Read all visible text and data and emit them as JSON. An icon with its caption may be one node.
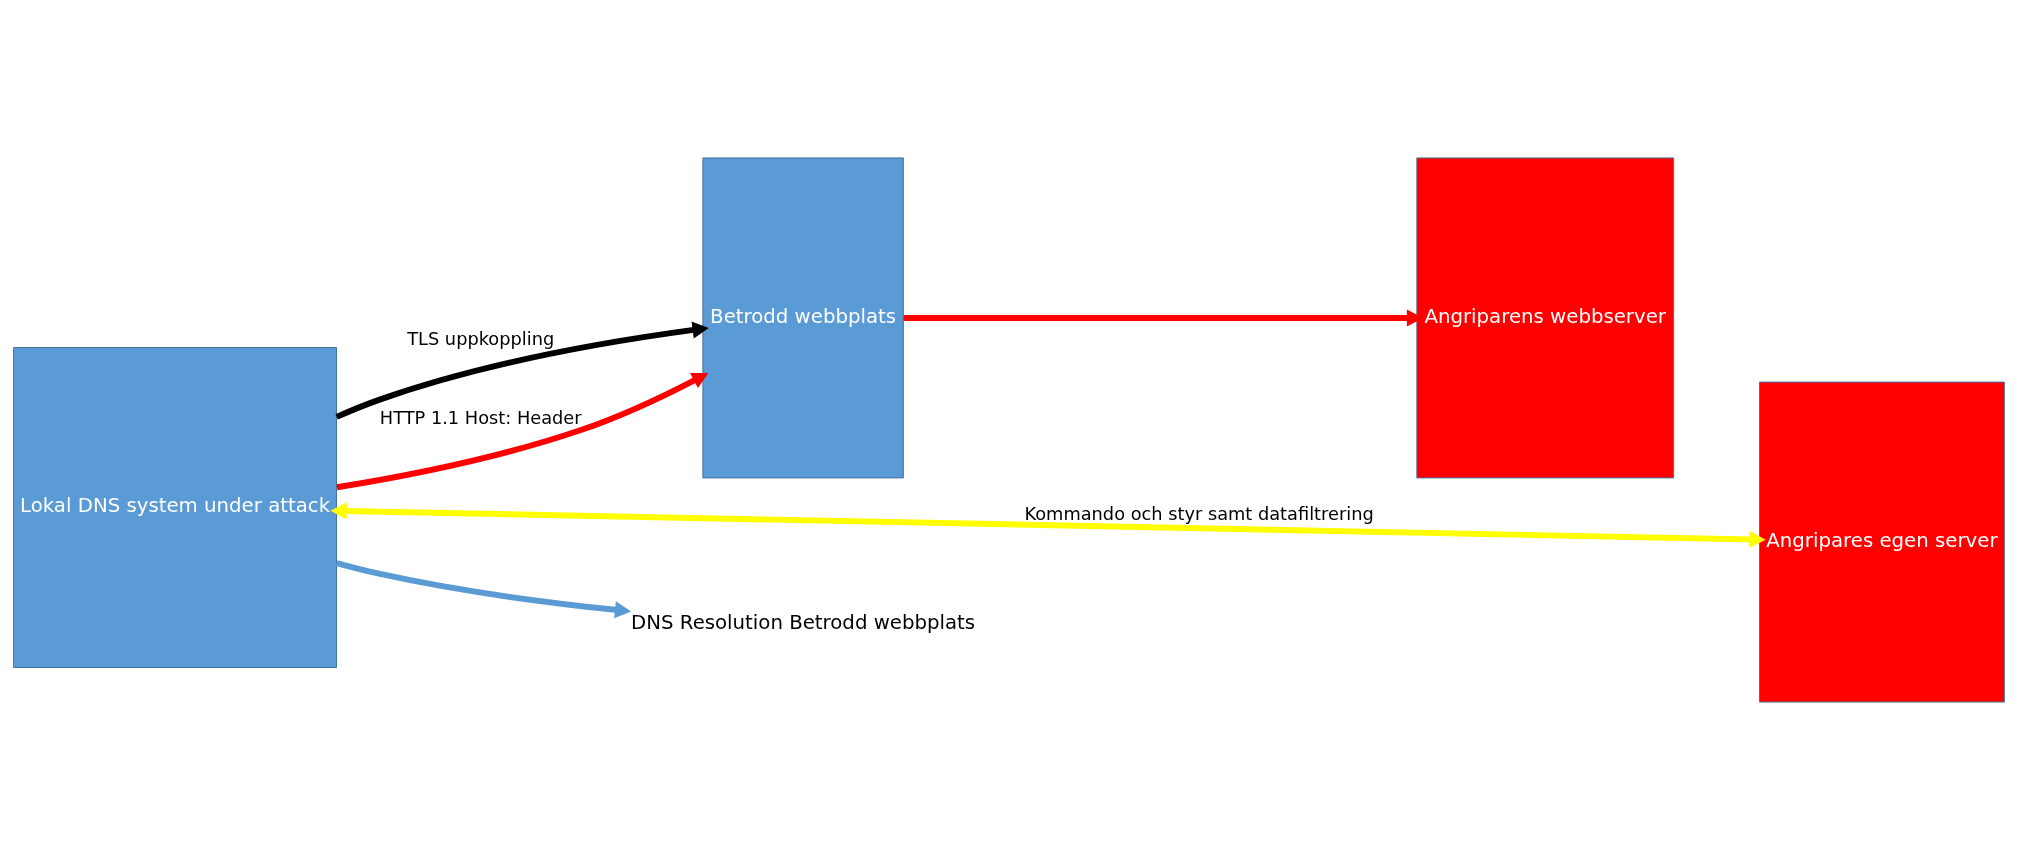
{
  "diagram": {
    "nodes": [
      {
        "text": [
          "Lokal DNS system under attack"
        ]
      },
      {
        "text": [
          "Betrodd webbplats"
        ]
      },
      {
        "text": [
          "Angriparens webbserver"
        ]
      },
      {
        "text": [
          "Angripares egen server"
        ]
      },
      {
        "text": [
          "DNS Resolution Betrodd webbplats"
        ]
      }
    ],
    "edges": [
      {
        "from": 0,
        "to": 4,
        "arrow": "to",
        "color": "#5b9bd5"
      },
      {
        "from": 0,
        "to": 3,
        "arrow": "both",
        "label": "Kommando och styr samt datafiltrering",
        "color": "#ffff00"
      },
      {
        "from": 0,
        "to": 1,
        "arrow": "to",
        "label": "TLS uppkoppling",
        "color": "#000000"
      },
      {
        "from": 0,
        "to": 1,
        "arrow": "to",
        "label": "HTTP 1.1 Host: Header",
        "color": "#ff0000"
      },
      {
        "from": 1,
        "to": 2,
        "arrow": "to",
        "color": "#ff0000"
      }
    ]
  }
}
